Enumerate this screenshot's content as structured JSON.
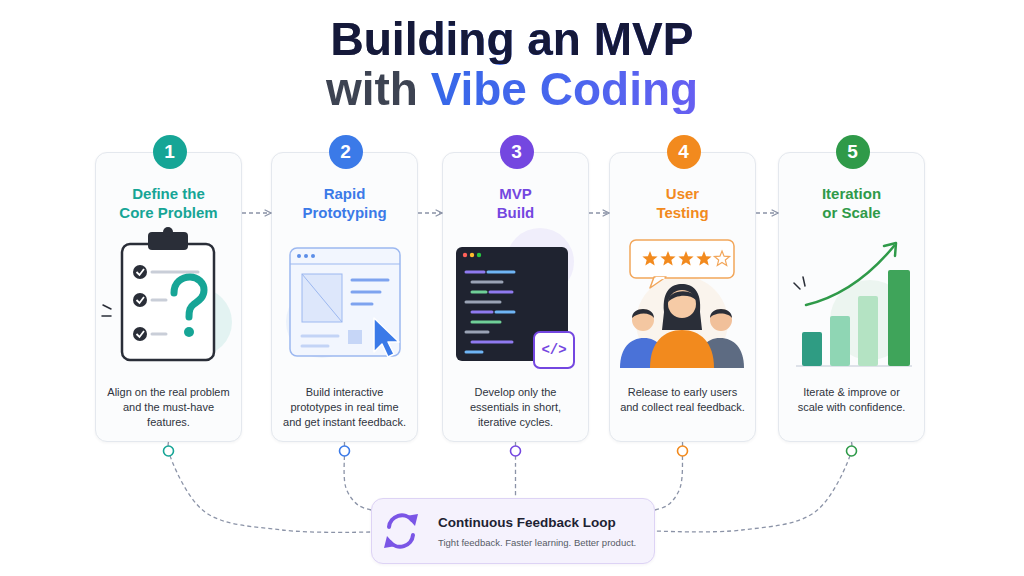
{
  "diagram": {
    "title": "Building an MVP with Vibe Coding",
    "nodes": [
      {
        "text": [
          "Define the Core Problem",
          "Align on the real problem and the must-have features."
        ]
      },
      {
        "text": [
          "1"
        ],
        "in": 0
      },
      {
        "text": [
          "Rapid Prototyping",
          "Build interactive prototypes in real time and get instant feedback."
        ]
      },
      {
        "text": [
          "2"
        ],
        "in": 2
      },
      {
        "text": [
          "MVP Build",
          "Develop only the essentials in short, iterative cycles."
        ]
      },
      {
        "text": [
          "3"
        ],
        "in": 4
      },
      {
        "text": [
          "</>"
        ],
        "in": 4
      },
      {
        "text": [
          "User Testing",
          "Release to early users and collect real feedback."
        ]
      },
      {
        "text": [
          "4"
        ],
        "in": 7
      },
      {
        "text": [
          "Iteration or Scale",
          "Iterate & improve or scale with confidence."
        ]
      },
      {
        "text": [
          "5"
        ],
        "in": 9
      },
      {
        "text": [
          "Continuous Feedback Loop",
          "Tight feedback. Faster learning. Better product."
        ]
      }
    ],
    "edges": [
      {
        "from": 0,
        "to": 2,
        "arrow": "to"
      },
      {
        "from": 2,
        "to": 4,
        "arrow": "to"
      },
      {
        "from": 4,
        "to": 7,
        "arrow": "to"
      },
      {
        "from": 7,
        "to": 9,
        "arrow": "to"
      },
      {
        "from": 0,
        "to": 11,
        "arrow": "none"
      },
      {
        "from": 2,
        "to": 11,
        "arrow": "none"
      },
      {
        "from": 4,
        "to": 11,
        "arrow": "none"
      },
      {
        "from": 7,
        "to": 11,
        "arrow": "none"
      },
      {
        "from": 9,
        "to": 11,
        "arrow": "none"
      }
    ]
  }
}
